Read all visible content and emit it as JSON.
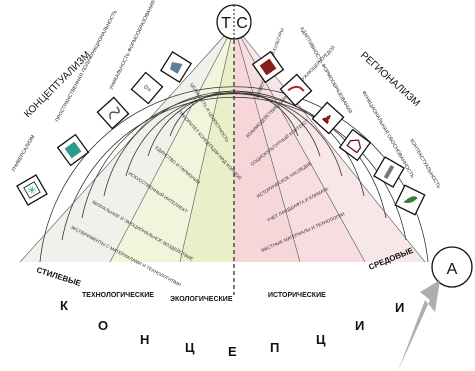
{
  "center_circle": {
    "left": "Т",
    "right": "С"
  },
  "corner_circle": {
    "label": "А"
  },
  "left_group_title": "КОНЦЕПТУАЛИЗМ",
  "right_group_title": "РЕГИОНАЛИЗМ",
  "left_boxes": [
    {
      "label": "УНИВЕРСАЛИЗМ",
      "icon_name": "asterisk-icon"
    },
    {
      "label": "ПРОСТРАНСТВЕННАЯ ПОЛИФУНКЦИОНАЛЬНОСТЬ",
      "icon_name": "bars-icon"
    },
    {
      "label": "УНИКАЛЬНОСТЬ ФОРМООБРАЗОВАНИЯ",
      "icon_name": "wave-icon"
    },
    {
      "label": "",
      "icon_name": "arrows-icon"
    },
    {
      "label": "",
      "icon_name": "shape-icon"
    }
  ],
  "right_boxes": [
    {
      "label": "АДАПТИВНОСТЬ ФОРМООБРАЗОВАНИЯ",
      "icon_name": "grid-icon"
    },
    {
      "label": "",
      "icon_name": "curve-icon"
    },
    {
      "label": "ФУНКЦИОНАЛЬНАЯ ОБОСНОВАННОСТЬ",
      "icon_name": "figure-icon"
    },
    {
      "label": "",
      "icon_name": "house-icon"
    },
    {
      "label": "КОНТЕКСТУАЛЬНОСТЬ",
      "icon_name": "tower-icon"
    },
    {
      "label": "",
      "icon_name": "leaf-icon"
    }
  ],
  "arc_labels_left": [
    "ЭКСПЕРИМЕНТЫ С МАТЕРИАЛАМИ И ТЕХНОЛОГИЯМИ",
    "ВИЗУАЛЬНОЕ И ЭМОЦИОНАЛЬНОЕ ВОЗДЕЙСТВИЕ",
    "ИСКУССТВЕННЫЙ ИНТЕЛЛЕКТ",
    "ЕДИНСТВО И ГАРМОНИЯ",
    "ПРИОРИТЕТ КОНЦЕПЦИИ НАД ФОРМОЙ",
    "ЦЕЛЬНОСТЬ И ЦЕЛОСТНОСТЬ"
  ],
  "arc_labels_right": [
    "МЕСТНЫЕ МАТЕРИАЛЫ И ТЕХНОЛОГИИ",
    "УЧЕТ ЛАНДШАФТА И КЛИМАТА",
    "ИСТОРИЧЕСКОЕ НАСЛЕДИЕ",
    "СОЦИОКУЛЬТУРНЫЙ КОНТЕКСТ",
    "ВЗАИМОДЕЙСТВИЕ ЗДАНИЯ С ОКРУЖАЮЩЕЙ СРЕДОЙ",
    "ЭЛЕМЕНТЫ МЕСТНОЙ КУЛЬТУРЫ"
  ],
  "sector_labels": {
    "left_outer": "СТИЛЕВЫЕ",
    "left_inner": "ТЕХНОЛОГИЧЕСКИЕ",
    "center": "ЭКОЛОГИЧЕСКИЕ",
    "right_inner": "ИСТОРИЧЕСКИЕ",
    "right_outer": "СРЕДОВЫЕ"
  },
  "big_word_letters": [
    "К",
    "О",
    "Н",
    "Ц",
    "Е",
    "П",
    "Ц",
    "И",
    "И"
  ],
  "colors": {
    "left_outer_sector": "#f1f1ec",
    "left_inner_sector": "#f1f5dc",
    "center_left_sector": "#e8efc9",
    "center_right_sector": "#f6d6d9",
    "right_inner_sector": "#f7dde0",
    "right_outer_sector": "#f7e7e8",
    "line": "#222222",
    "arrow_gray": "#9a9a9a"
  }
}
